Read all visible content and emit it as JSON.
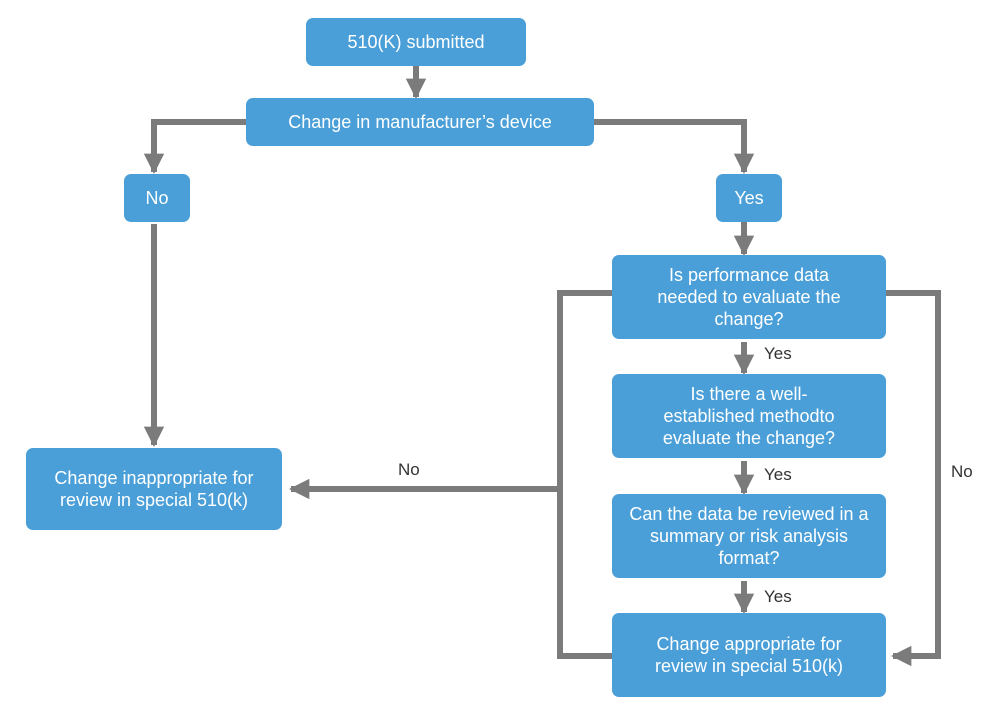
{
  "colors": {
    "node_fill": "#4a9fd8",
    "node_text": "#ffffff",
    "connector": "#7b7b7b",
    "edge_label": "#333333"
  },
  "nodes": {
    "submitted": "510(K) submitted",
    "change_device": "Change in manufacturer’s device",
    "no_branch": "No",
    "yes_branch": "Yes",
    "perf_data": "Is performance data needed to evaluate the change?",
    "method": "Is there a well-established methodto evaluate the change?",
    "summary": "Can the data be reviewed in a summary or risk analysis format?",
    "appropriate": "Change appropriate for review in special 510(k)",
    "inappropriate": "Change inappropriate for review in special 510(k)"
  },
  "edge_labels": {
    "perf_to_method": "Yes",
    "method_to_summary": "Yes",
    "summary_to_appropriate": "Yes",
    "left_no": "No",
    "right_no": "No"
  }
}
